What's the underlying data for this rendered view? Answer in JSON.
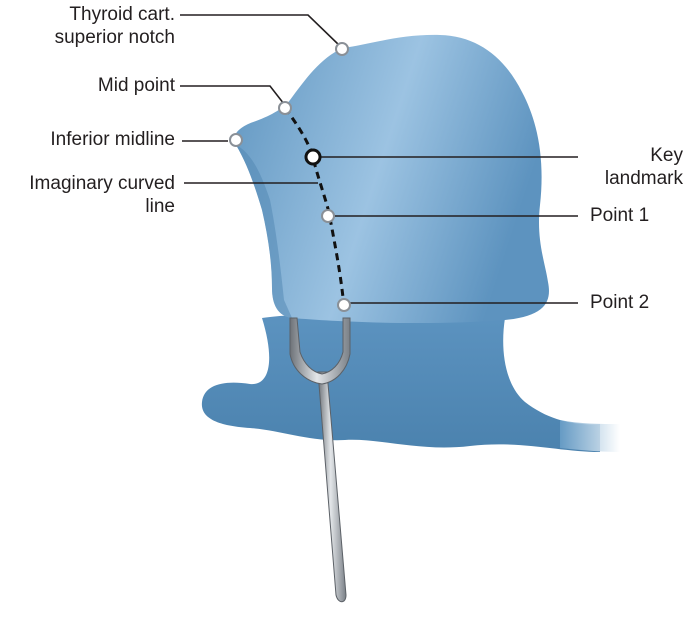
{
  "labels": {
    "thyroid_line1": "Thyroid cart.",
    "thyroid_line2": "superior notch",
    "mid_point": "Mid point",
    "inferior_midline": "Inferior midline",
    "imaginary_line1": "Imaginary curved",
    "imaginary_line2": "line",
    "key_line1": "Key",
    "key_line2": "landmark",
    "point1": "Point 1",
    "point2": "Point 2"
  },
  "colors": {
    "tissue": "#6a9fc8",
    "tissue_light": "#a9cbe6",
    "tissue_dark": "#4d84b0",
    "instrument": "#9aa0a6",
    "text": "#231f20"
  }
}
